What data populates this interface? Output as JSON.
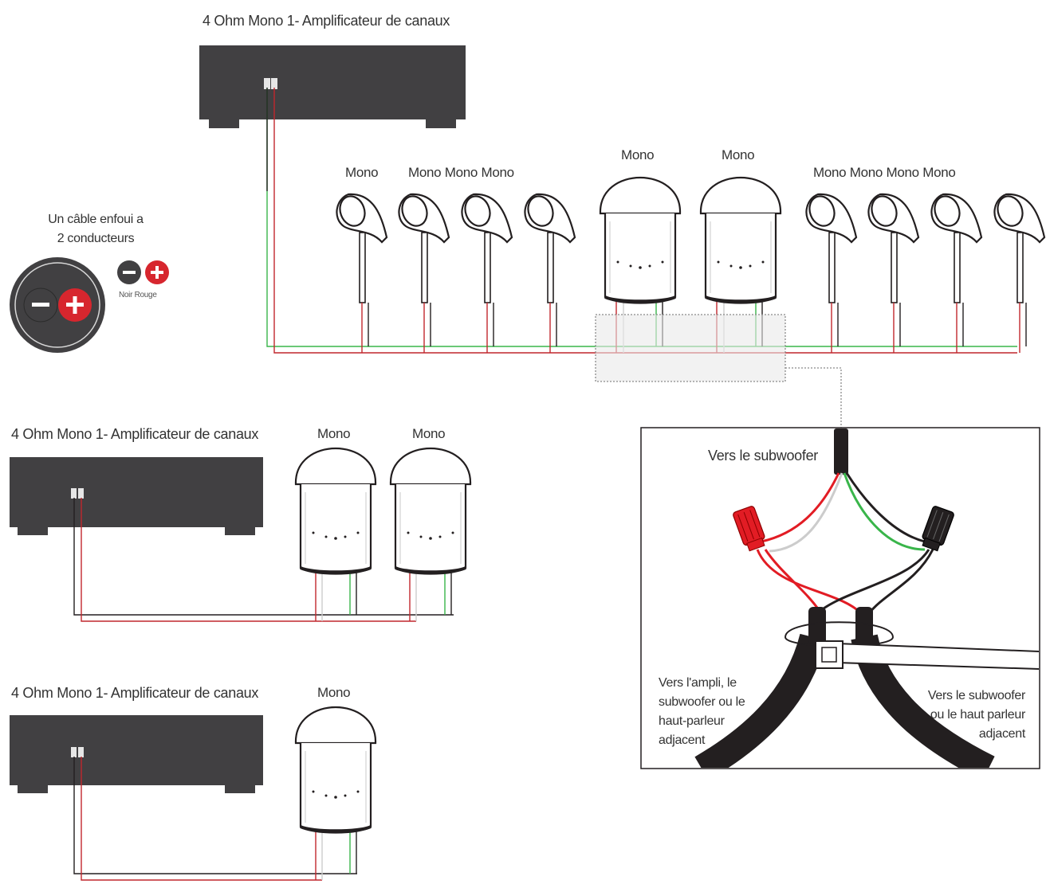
{
  "amplifiers": [
    {
      "title": "4 Ohm Mono 1- Amplificateur de canaux"
    },
    {
      "title": "4 Ohm Mono 1- Amplificateur de canaux"
    },
    {
      "title": "4 Ohm Mono 1- Amplificateur de canaux"
    }
  ],
  "system1": {
    "mono_single_left": "Mono",
    "mono_triple_left": "Mono Mono Mono",
    "mono_dome_1": "Mono",
    "mono_dome_2": "Mono",
    "mono_quad_right": "Mono Mono Mono Mono"
  },
  "system2": {
    "mono_1": "Mono",
    "mono_2": "Mono"
  },
  "system3": {
    "mono_1": "Mono"
  },
  "cable_legend": {
    "title_line1": "Un câble enfoui a",
    "title_line2": "2 conducteurs",
    "minus": "−",
    "plus": "+",
    "colors": "Noir Rouge"
  },
  "detail": {
    "to_subwoofer_top": "Vers le subwoofer",
    "left_line1": "Vers l'ampli, le",
    "left_line2": "subwoofer ou le",
    "left_line3": "haut-parleur",
    "left_line4": "adjacent",
    "right_line1": "Vers le subwoofer",
    "right_line2": "ou le haut parleur",
    "right_line3": "adjacent"
  },
  "colors": {
    "amp_body": "#414042",
    "wire_red": "#c1272d",
    "wire_green": "#39b54a",
    "wire_black": "#231f20",
    "wire_white": "#cccccc",
    "connector_red": "#e21c24"
  }
}
